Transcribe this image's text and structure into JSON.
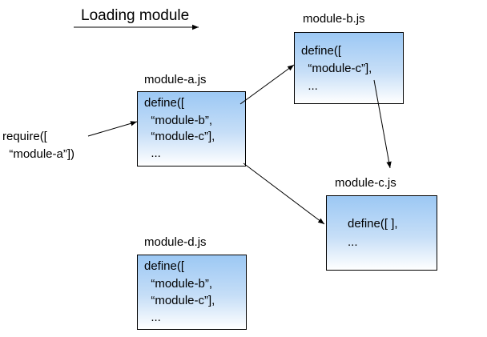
{
  "title": "Loading module",
  "colors": {
    "box_fill_top": "#9cc8f4",
    "box_fill_bottom": "#ffffff",
    "stroke": "#000000"
  },
  "require_call": {
    "lines": [
      "require([",
      "  “module-a”])"
    ]
  },
  "modules": [
    {
      "id": "module-a",
      "label": "module-a.js",
      "lines": [
        "define([",
        "  “module-b”,",
        "  “module-c”],",
        "  ..."
      ]
    },
    {
      "id": "module-b",
      "label": "module-b.js",
      "lines": [
        "define([",
        "  “module-c”],",
        "  ..."
      ]
    },
    {
      "id": "module-c",
      "label": "module-c.js",
      "lines": [
        "define([ ],",
        "..."
      ]
    },
    {
      "id": "module-d",
      "label": "module-d.js",
      "lines": [
        "define([",
        "  “module-b”,",
        "  “module-c”],",
        "  ..."
      ]
    }
  ],
  "edges": [
    {
      "from": "require",
      "to": "module-a"
    },
    {
      "from": "module-a",
      "to": "module-b"
    },
    {
      "from": "module-b",
      "to": "module-c"
    },
    {
      "from": "module-a",
      "to": "module-c"
    }
  ]
}
